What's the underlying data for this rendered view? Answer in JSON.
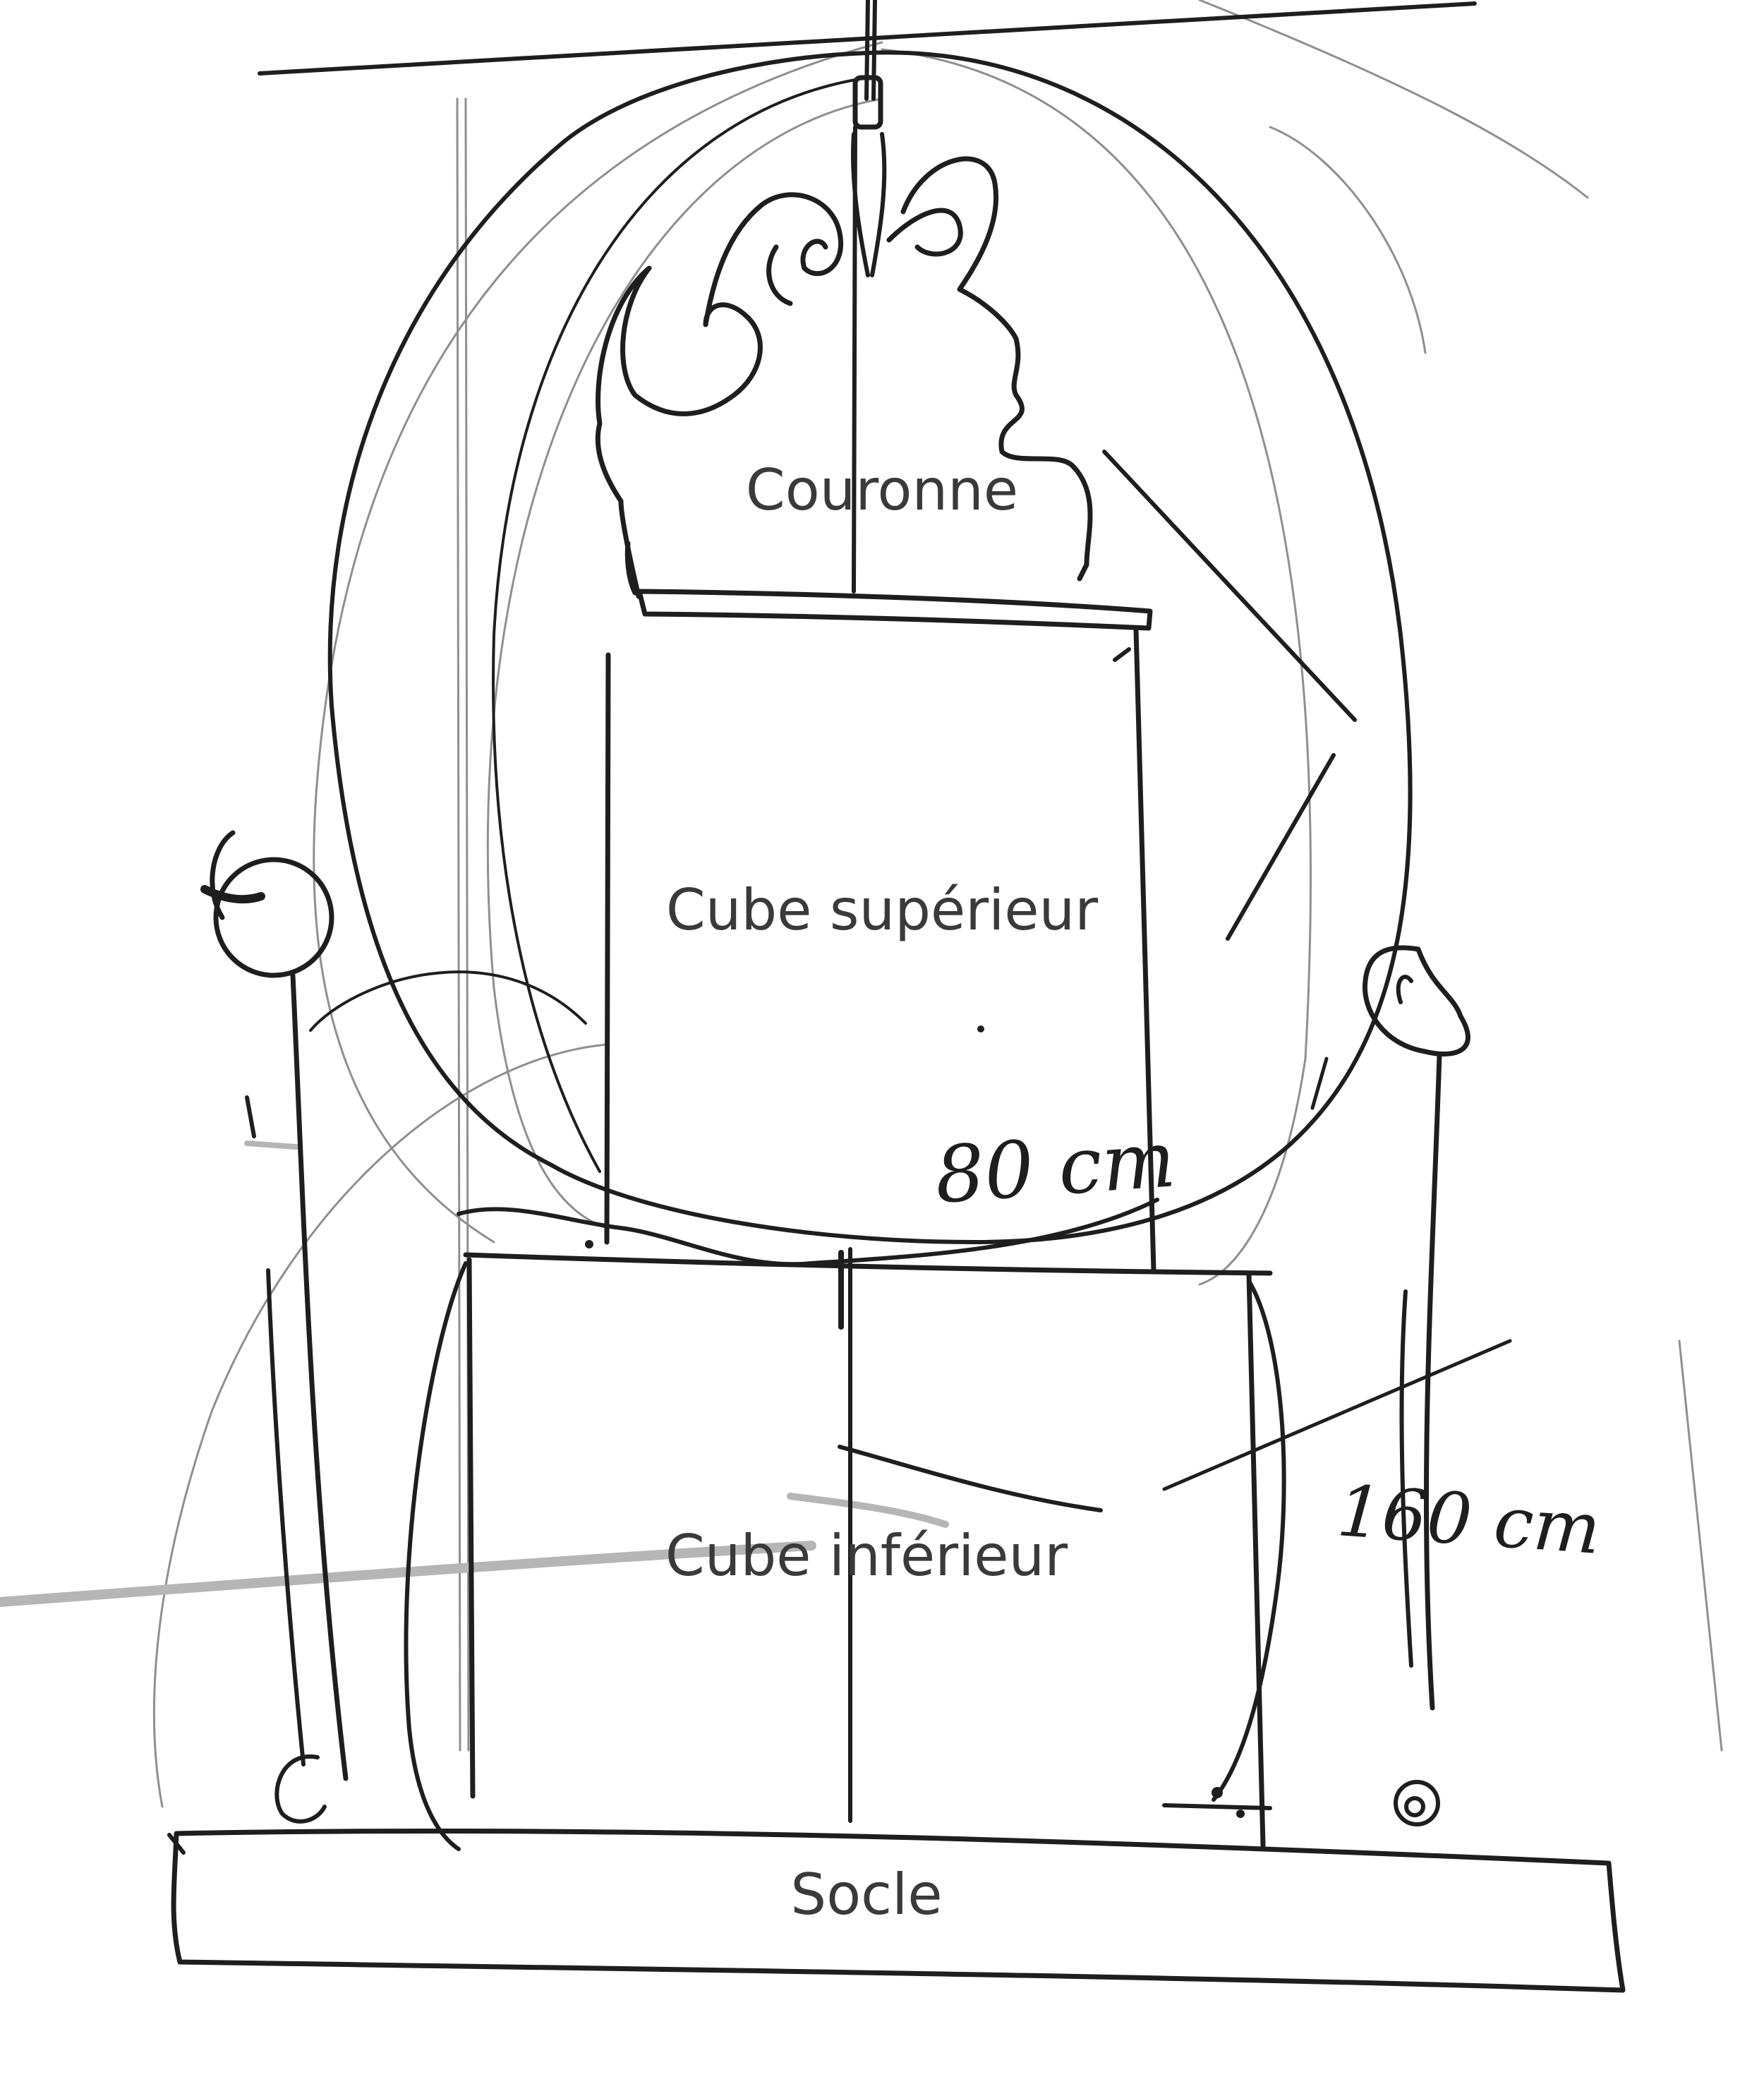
{
  "labels": {
    "crown": "Couronne",
    "upper_cube": "Cube supérieur",
    "lower_cube": "Cube inférieur",
    "base": "Socle"
  },
  "dimensions": {
    "upper_width": "80 cm",
    "lower_height": "160 cm"
  }
}
